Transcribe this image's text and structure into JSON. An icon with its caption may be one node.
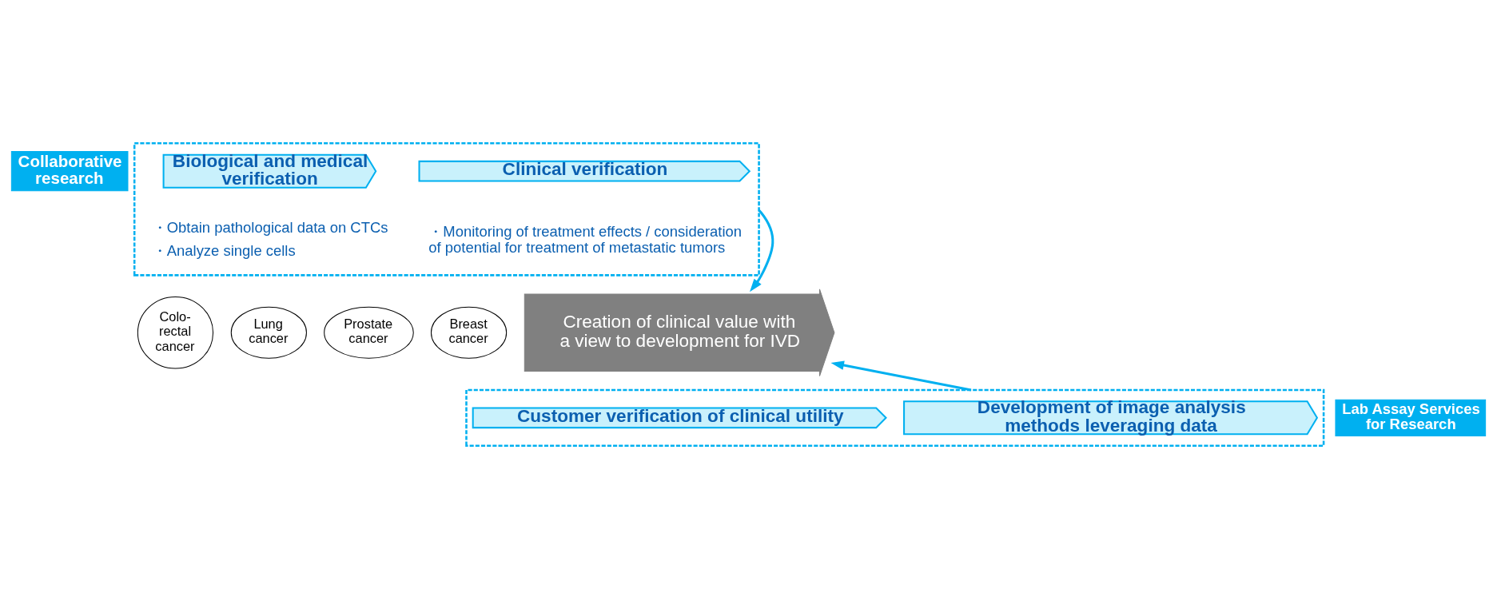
{
  "diagram": {
    "nodes": [
      {
        "text": [],
        "shape": "box"
      },
      {
        "text": [
          "Collaborative research"
        ]
      },
      {
        "text": [
          "Biological and medical verification"
        ],
        "in": 0,
        "beside": [
          "・Obtain pathological data on CTCs",
          "・Analyze single cells"
        ]
      },
      {
        "text": [
          "Clinical verification"
        ],
        "in": 0,
        "beside": [
          "・Monitoring of treatment effects / consideration of potential for treatment of metastatic tumors"
        ]
      },
      {
        "text": [
          "Creation of clinical value with a view to development for IVD"
        ]
      },
      {
        "text": [
          "Colo- rectal cancer"
        ]
      },
      {
        "text": [
          "Lung cancer"
        ]
      },
      {
        "text": [
          "Prostate cancer"
        ]
      },
      {
        "text": [
          "Breast cancer"
        ]
      },
      {
        "text": [],
        "shape": "box"
      },
      {
        "text": [
          "Lab Assay Services for Research"
        ]
      },
      {
        "text": [
          "Customer verification of clinical utility"
        ],
        "in": 9
      },
      {
        "text": [
          "Development of image analysis methods leveraging data"
        ],
        "in": 9
      }
    ],
    "edges": [
      {
        "from": 0,
        "to": 4,
        "arrow": "to"
      },
      {
        "from": 9,
        "to": 4,
        "arrow": "to"
      }
    ]
  }
}
